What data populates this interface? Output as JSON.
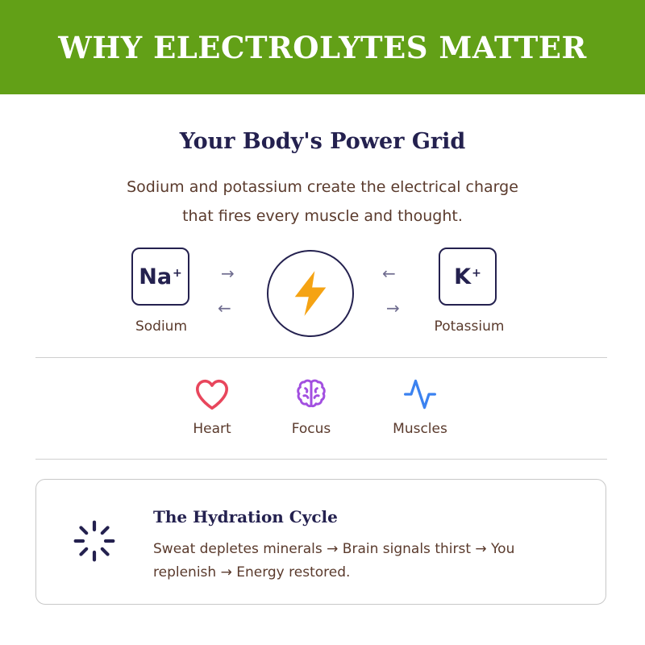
{
  "header": {
    "title": "WHY ELECTROLYTES MATTER"
  },
  "intro": {
    "title": "Your Body's Power Grid",
    "description": "Sodium and potassium create the electrical charge that fires every muscle and thought."
  },
  "ions": {
    "sodium": {
      "symbol": "Na",
      "charge": "+",
      "label": "Sodium"
    },
    "potassium": {
      "symbol": "K",
      "charge": "+",
      "label": "Potassium"
    },
    "arrows": {
      "right": "→",
      "left": "←"
    }
  },
  "benefits": [
    {
      "label": "Heart",
      "icon": "heart-icon",
      "color": "#e8465c"
    },
    {
      "label": "Focus",
      "icon": "brain-icon",
      "color": "#a24fe0"
    },
    {
      "label": "Muscles",
      "icon": "pulse-icon",
      "color": "#3b82f0"
    }
  ],
  "cycle": {
    "title": "The Hydration Cycle",
    "text": "Sweat depletes minerals → Brain signals thirst → You replenish → Energy restored.",
    "icon": "loader-icon"
  },
  "colors": {
    "banner": "#62a017",
    "navy": "#24214f",
    "text_brown": "#5a3a2c",
    "bolt": "#f5a313"
  }
}
